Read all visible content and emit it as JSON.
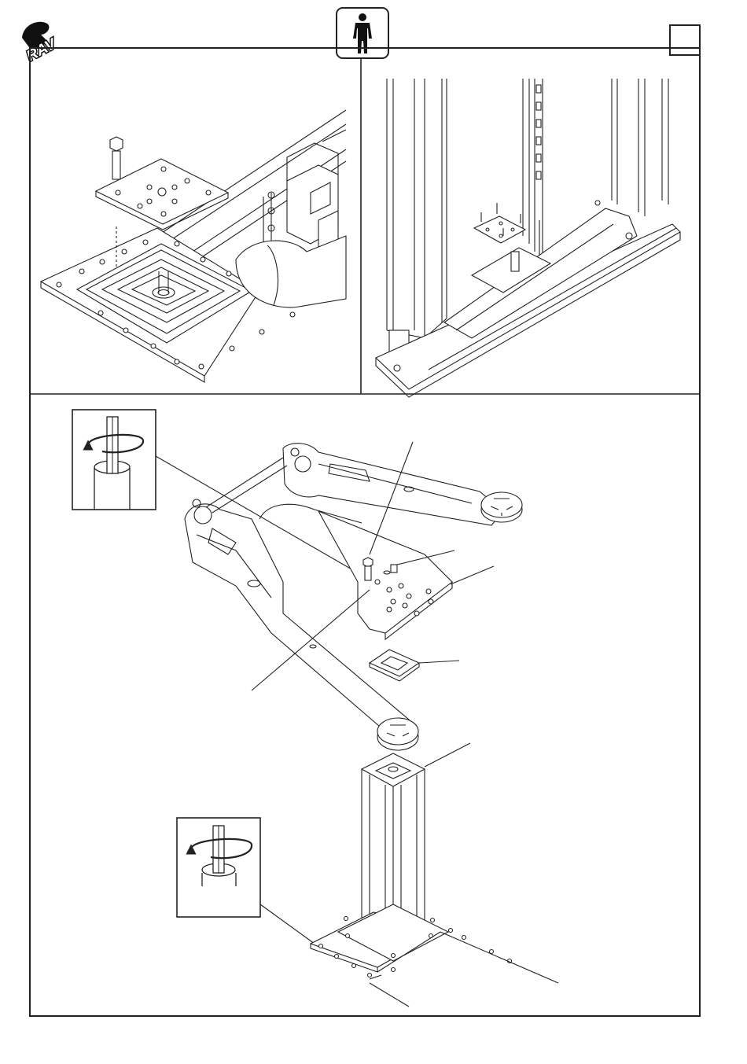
{
  "header": {
    "logo_text": "RAV",
    "person_icon": "operator-figure-icon",
    "step_box_label": ""
  },
  "panels": {
    "top_left": {
      "icon": "plate-and-bolt-installation-drawing"
    },
    "top_right": {
      "icon": "column-frame-overview-drawing"
    },
    "bottom": {
      "icon": "lift-arms-and-column-exploded-drawing"
    }
  },
  "details": {
    "upper": {
      "icon": "wrench-rotation-icon"
    },
    "lower": {
      "icon": "wrench-rotation-icon"
    }
  },
  "colors": {
    "line": "#222222",
    "background": "#ffffff",
    "arrow_fill": "#ffffff"
  }
}
